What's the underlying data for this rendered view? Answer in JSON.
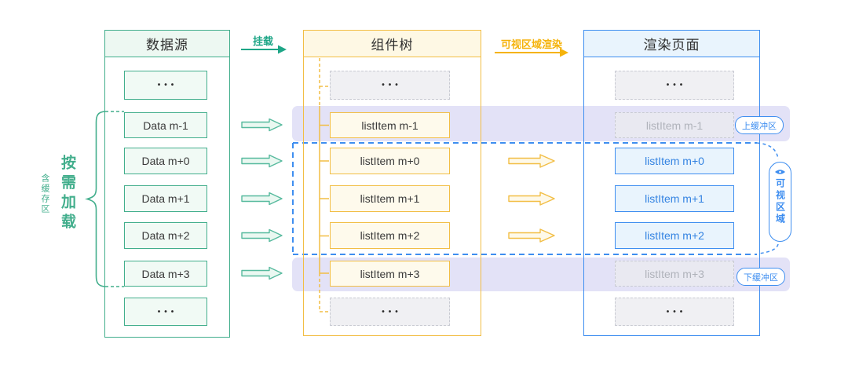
{
  "source_column": {
    "title": "数据源",
    "rows": [
      "•••",
      "Data m-1",
      "Data m+0",
      "Data m+1",
      "Data m+2",
      "Data m+3",
      "•••"
    ]
  },
  "tree_column": {
    "title": "组件树",
    "rows": [
      "•••",
      "listItem m-1",
      "listItem m+0",
      "listItem m+1",
      "listItem m+2",
      "listItem m+3",
      "•••"
    ]
  },
  "page_column": {
    "title": "渲染页面",
    "rows": [
      "•••",
      "listItem m-1",
      "listItem m+0",
      "listItem m+1",
      "listItem m+2",
      "listItem m+3",
      "•••"
    ]
  },
  "flow_labels": {
    "mount": "挂载",
    "viewport_render": "可视区域渲染"
  },
  "annotations": {
    "load_on_demand": "按需加载",
    "buffer_included": "含缓存区",
    "upper_buffer": "上缓冲区",
    "lower_buffer": "下缓冲区",
    "visible_area": "可视区域"
  },
  "colors": {
    "green": "#42AE8C",
    "yellow": "#F2BE45",
    "blue": "#3E8EF0",
    "lavender": "#E3E2F7",
    "amber": "#F5B30B"
  }
}
